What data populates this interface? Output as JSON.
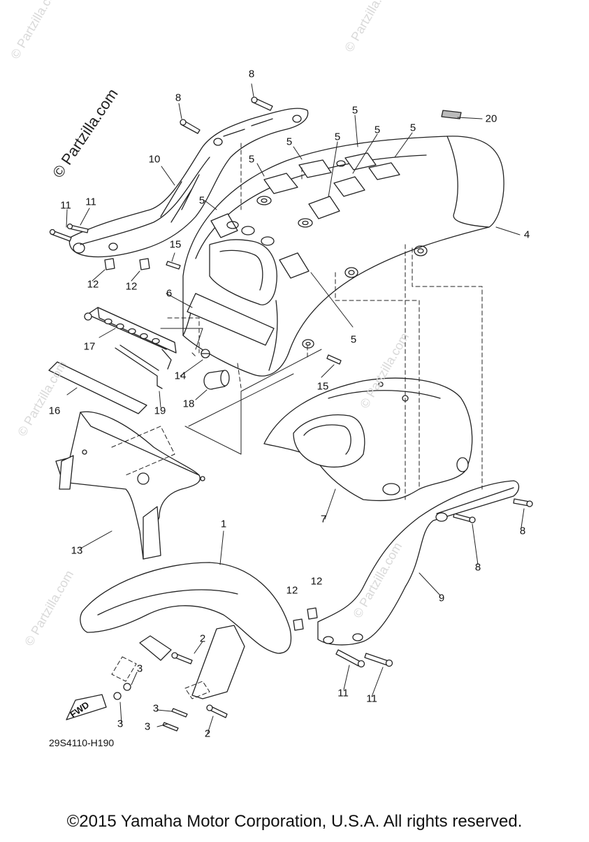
{
  "watermark_text": "© Partzilla.com",
  "callouts": [
    {
      "id": "c1",
      "text": "1"
    },
    {
      "id": "c2a",
      "text": "2"
    },
    {
      "id": "c2b",
      "text": "2"
    },
    {
      "id": "c3a",
      "text": "3"
    },
    {
      "id": "c3b",
      "text": "3"
    },
    {
      "id": "c3c",
      "text": "3"
    },
    {
      "id": "c3d",
      "text": "3"
    },
    {
      "id": "c4",
      "text": "4"
    },
    {
      "id": "c5a",
      "text": "5"
    },
    {
      "id": "c5b",
      "text": "5"
    },
    {
      "id": "c5c",
      "text": "5"
    },
    {
      "id": "c5d",
      "text": "5"
    },
    {
      "id": "c5e",
      "text": "5"
    },
    {
      "id": "c5f",
      "text": "5"
    },
    {
      "id": "c5g",
      "text": "5"
    },
    {
      "id": "c5h",
      "text": "5"
    },
    {
      "id": "c6",
      "text": "6"
    },
    {
      "id": "c7",
      "text": "7"
    },
    {
      "id": "c8a",
      "text": "8"
    },
    {
      "id": "c8b",
      "text": "8"
    },
    {
      "id": "c8c",
      "text": "8"
    },
    {
      "id": "c8d",
      "text": "8"
    },
    {
      "id": "c9",
      "text": "9"
    },
    {
      "id": "c10",
      "text": "10"
    },
    {
      "id": "c11a",
      "text": "11"
    },
    {
      "id": "c11b",
      "text": "11"
    },
    {
      "id": "c11c",
      "text": "11"
    },
    {
      "id": "c11d",
      "text": "11"
    },
    {
      "id": "c12a",
      "text": "12"
    },
    {
      "id": "c12b",
      "text": "12"
    },
    {
      "id": "c12c",
      "text": "12"
    },
    {
      "id": "c12d",
      "text": "12"
    },
    {
      "id": "c13",
      "text": "13"
    },
    {
      "id": "c14",
      "text": "14"
    },
    {
      "id": "c15a",
      "text": "15"
    },
    {
      "id": "c15b",
      "text": "15"
    },
    {
      "id": "c16",
      "text": "16"
    },
    {
      "id": "c17",
      "text": "17"
    },
    {
      "id": "c18",
      "text": "18"
    },
    {
      "id": "c19",
      "text": "19"
    },
    {
      "id": "c20",
      "text": "20"
    }
  ],
  "fwd_label": "FWD",
  "drawing_number": "29S4110-H190",
  "copyright": "©2015 Yamaha Motor Corporation, U.S.A. All rights reserved."
}
